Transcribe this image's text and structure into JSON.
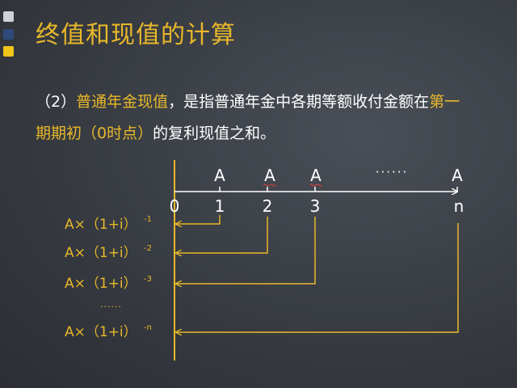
{
  "sidebar": {
    "colors": [
      "#cfd2d6",
      "#2f4a7a",
      "#f0c419"
    ]
  },
  "title": "终值和现值的计算",
  "para": {
    "l1_a": "（2）",
    "l1_hl1": "普通年金现值",
    "l1_b": "，是指普通年金中各期等额收付金额在",
    "l1_hl2": "第一",
    "l2_hl": "期期初（0时点）",
    "l2_b": "的复利现值之和。"
  },
  "timeline": {
    "payments": [
      "A",
      "A",
      "A",
      "A"
    ],
    "dots_top": "······",
    "ticks": [
      "0",
      "1",
      "2",
      "3",
      "n"
    ]
  },
  "formulas": {
    "base": "A×（1+i）",
    "exponents": [
      "-1",
      "-2",
      "-3",
      "-n"
    ],
    "dots": "······"
  },
  "colors": {
    "accent": "#e8b82a",
    "text": "#ffffff"
  }
}
